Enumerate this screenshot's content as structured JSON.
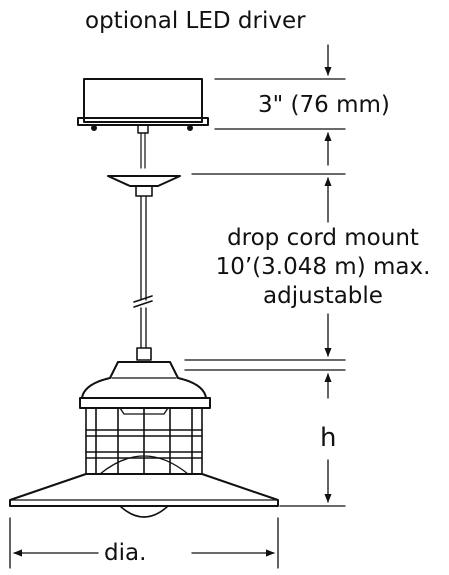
{
  "labels": {
    "driver": "optional LED driver",
    "driver_height": "3\" (76 mm)",
    "drop_line1": "drop cord mount",
    "drop_line2": "10’(3.048 m) max.",
    "drop_line3": "adjustable",
    "height": "h",
    "diameter": "dia."
  },
  "colors": {
    "line": "#111111",
    "background": "#ffffff"
  }
}
